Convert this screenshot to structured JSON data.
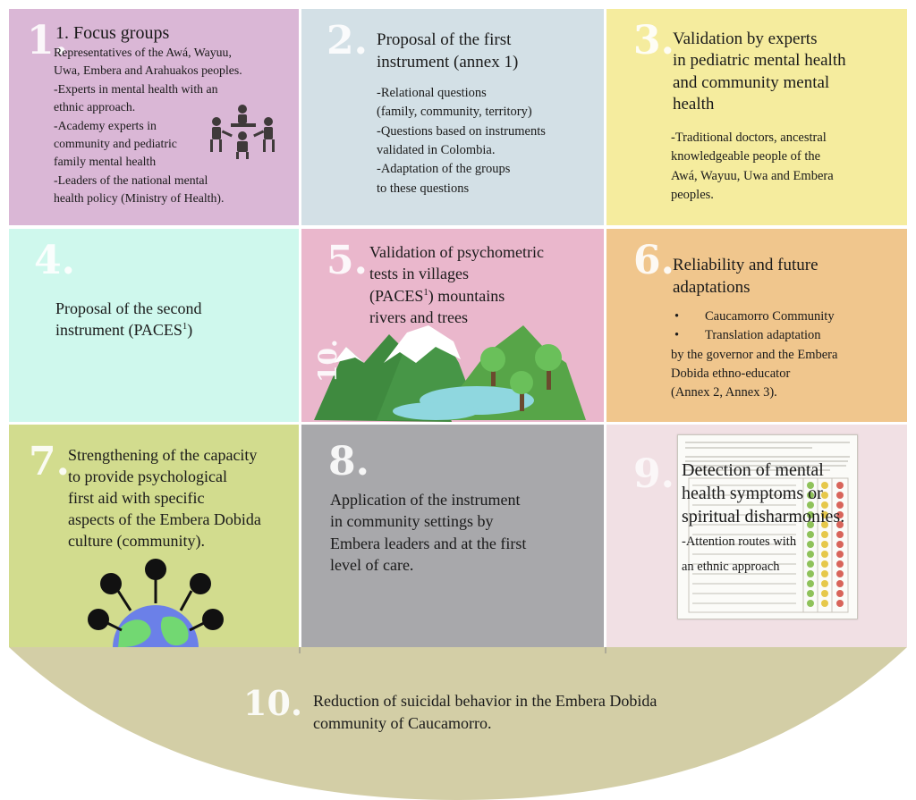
{
  "steps": [
    {
      "number": "1.",
      "title": "1.   Focus groups",
      "lines": [
        "Representatives of the Awá, Wayuu,",
        "Uwa, Embera and Arahuakos peoples.",
        "-Experts in mental health with an",
        "ethnic approach.",
        "-Academy experts in",
        "community and pediatric",
        "family mental health",
        "-Leaders of the national mental",
        "health policy (Ministry of Health)."
      ]
    },
    {
      "number": "2.",
      "title_lines": [
        "Proposal of the first",
        "instrument (annex 1)"
      ],
      "lines": [
        "-Relational questions",
        "(family, community, territory)",
        "-Questions based on instruments",
        "validated in Colombia.",
        "-Adaptation of the groups",
        "to these questions"
      ]
    },
    {
      "number": "3.",
      "title_lines": [
        "Validation by experts",
        "in pediatric mental health",
        "and community mental",
        "health"
      ],
      "lines": [
        "-Traditional doctors, ancestral",
        "knowledgeable people of the",
        "Awá, Wayuu, Uwa and Embera",
        "peoples."
      ]
    },
    {
      "number": "4.",
      "title_line1": "Proposal of the second",
      "title_line2": "instrument (PACES",
      "sup": "1",
      "close": ")"
    },
    {
      "number": "5.",
      "line1": "Validation of psychometric",
      "line2": "tests in villages",
      "line3": "(PACES",
      "sup": "1",
      "line3_rest": ") mountains",
      "line4": "rivers and trees",
      "mountain_label": "10."
    },
    {
      "number": "6.",
      "title_lines": [
        "Reliability and future",
        "adaptations"
      ],
      "bullets": [
        "Caucamorro Community",
        "Translation adaptation"
      ],
      "lines": [
        "by the governor and the Embera",
        " Dobida ethno-educator",
        "(Annex 2, Annex 3)."
      ]
    },
    {
      "number": "7.",
      "lines": [
        "Strengthening of the capacity",
        "to provide psychological",
        "first aid with specific",
        "aspects of the Embera Dobida",
        "culture (community)."
      ]
    },
    {
      "number": "8.",
      "lines": [
        "Application of the instrument",
        "in community settings by",
        "Embera leaders and at the first",
        "level of care."
      ]
    },
    {
      "number": "9.",
      "title_lines": [
        "Detection of mental",
        "health symptoms or",
        "spiritual disharmonies."
      ],
      "lines": [
        "-Attention routes with",
        "an ethnic approach"
      ]
    }
  ],
  "final": {
    "number": "10.",
    "lines": [
      "Reduction of suicidal behavior in the Embera Dobida",
      "community of Caucamorro."
    ]
  },
  "colors": {
    "cell1": "#dab7d6",
    "cell2": "#d3e0e6",
    "cell3": "#f5ec9e",
    "cell4": "#cff8ed",
    "cell5": "#eab7cc",
    "cell6": "#f0c68d",
    "cell7": "#d2dc8e",
    "cell8": "#a8a8ab",
    "cell9": "#f1e0e4",
    "arc": "#d3cea6"
  },
  "icons": [
    "focus-group-people-icon",
    "mountains-trees-illustration",
    "globe-with-people-icon",
    "questionnaire-sheet-icon"
  ]
}
